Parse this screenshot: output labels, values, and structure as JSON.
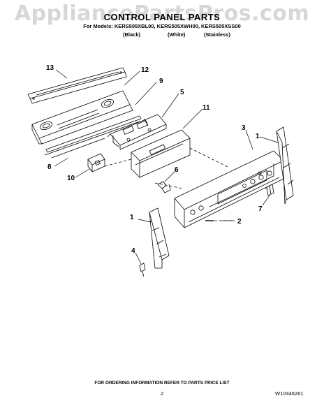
{
  "watermark": "AppliancePartsPros.com",
  "title": "CONTROL PANEL PARTS",
  "models_line": "For Models: KERS505XBL00, KERS505XWH00, KERS505XSS00",
  "colors": {
    "black": "(Black)",
    "white": "(White)",
    "stainless": "(Stainless)"
  },
  "callouts": {
    "c13": "13",
    "c12": "12",
    "c9": "9",
    "c5": "5",
    "c11": "11",
    "c3": "3",
    "c1a": "1",
    "c8": "8",
    "c10": "10",
    "c6": "6",
    "c7": "7",
    "c1b": "1",
    "c2": "2",
    "c4": "4"
  },
  "footer": {
    "ordering_note": "FOR ORDERING INFORMATION REFER TO PARTS PRICE LIST",
    "page_number": "2",
    "document_number": "W10346261"
  }
}
